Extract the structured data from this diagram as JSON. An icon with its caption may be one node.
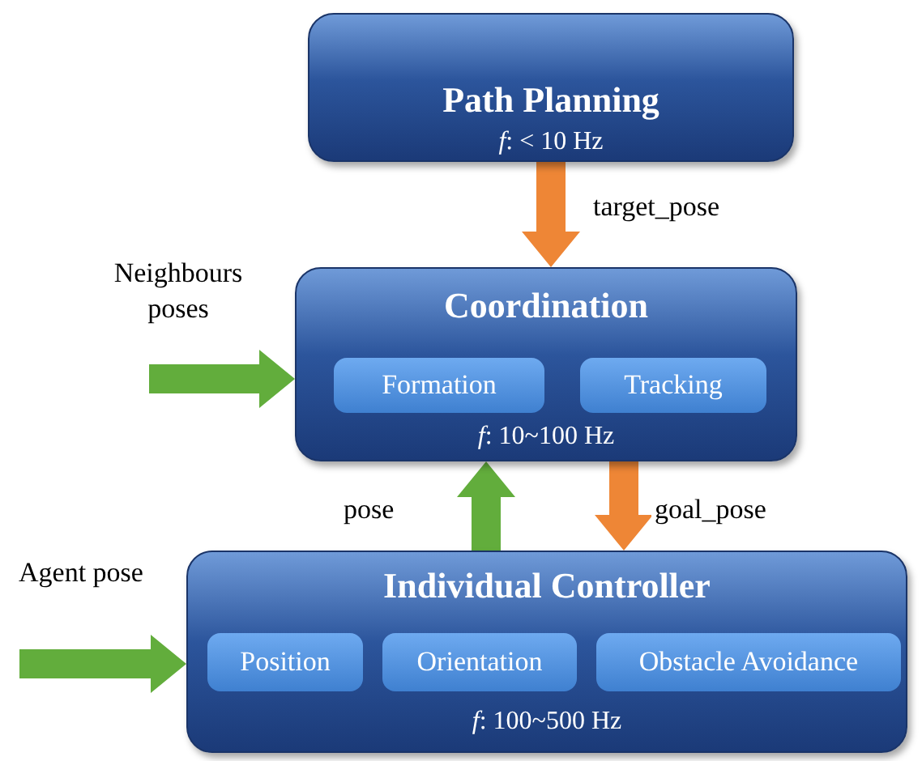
{
  "diagram": {
    "nodes": [
      {
        "text": [
          "Path Planning",
          "*f*: < 10 Hz"
        ]
      },
      {
        "text": [
          "Coordination",
          "*f*: 10~100 Hz"
        ]
      },
      {
        "text": [
          "Formation"
        ],
        "in": 1
      },
      {
        "text": [
          "Tracking"
        ],
        "in": 1
      },
      {
        "text": [
          "Individual Controller",
          "*f*: 100~500 Hz"
        ]
      },
      {
        "text": [
          "Position"
        ],
        "in": 4
      },
      {
        "text": [
          "Orientation"
        ],
        "in": 4
      },
      {
        "text": [
          "Obstacle Avoidance"
        ],
        "in": 4
      },
      {
        "text": [
          "Neighbours poses"
        ]
      },
      {
        "text": [
          "Agent pose"
        ]
      }
    ],
    "edges": [
      {
        "from": 0,
        "to": 1,
        "arrow": "to",
        "label": "target_pose",
        "color": "#ee8636"
      },
      {
        "from": 8,
        "to": 1,
        "arrow": "to"
      },
      {
        "from": 4,
        "to": 1,
        "arrow": "to",
        "label": "pose"
      },
      {
        "from": 1,
        "to": 4,
        "arrow": "to",
        "label": "goal_pose",
        "color": "#ee8636"
      },
      {
        "from": 9,
        "to": 4,
        "arrow": "to"
      }
    ]
  }
}
